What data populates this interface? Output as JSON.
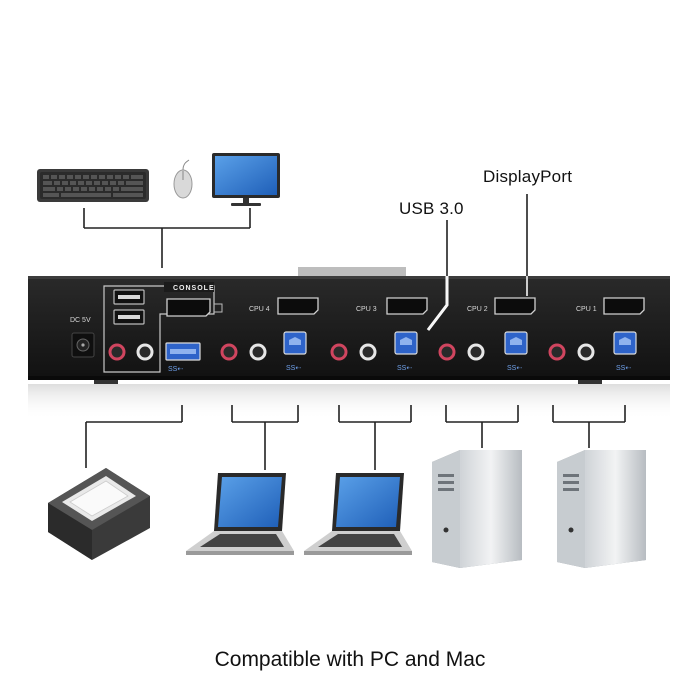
{
  "callouts": {
    "usb3": "USB 3.0",
    "displayport": "DisplayPort"
  },
  "panel": {
    "console_label": "CONSOLE",
    "cpu_labels": [
      "CPU 4",
      "CPU 3",
      "CPU 2",
      "CPU 1"
    ],
    "usb_ss_mark": "SS⇠",
    "power_label": "DC 5V"
  },
  "caption": "Compatible with PC and Mac",
  "colors": {
    "chassis": "#1b1b1b",
    "usb3_port": "#2e63c9",
    "mic_port": "#d0455f",
    "audio_port": "#e6e6e6",
    "line": "#222222"
  },
  "devices": [
    "keyboard",
    "mouse",
    "monitor",
    "usb-device",
    "laptop",
    "laptop",
    "tower-pc",
    "tower-pc"
  ]
}
